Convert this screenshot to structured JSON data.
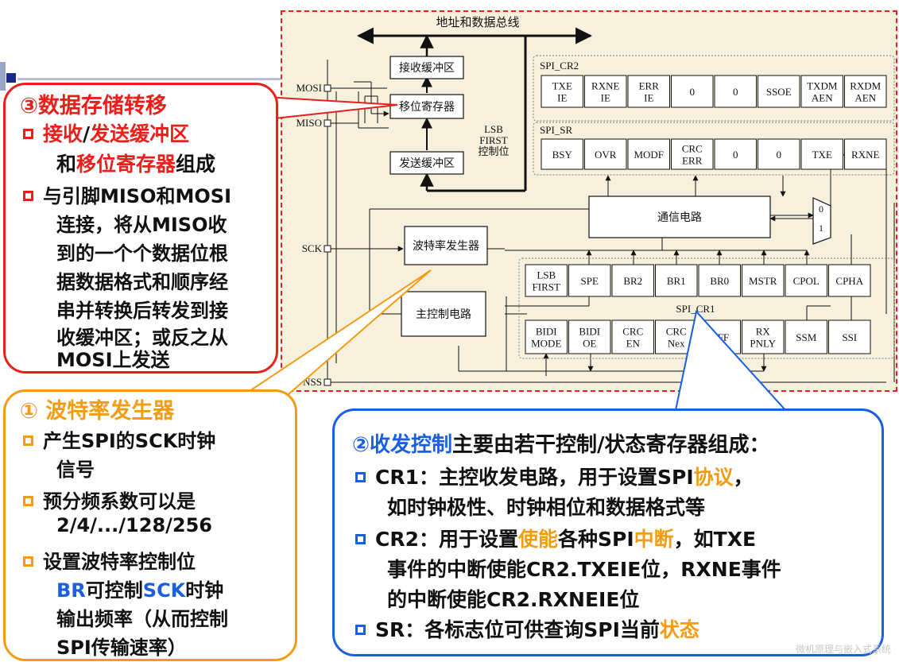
{
  "diagram": {
    "bus_label": "地址和数据总线",
    "rx_buffer": "接收缓冲区",
    "shift_register": "移位寄存器",
    "tx_buffer": "发送缓冲区",
    "lsb_first_note": [
      "LSB",
      "FIRST",
      "控制位"
    ],
    "pins": {
      "mosi": "MOSI",
      "miso": "MISO",
      "sck": "SCK",
      "nss": "NSS"
    },
    "baud_gen": "波特率发生器",
    "master_ctrl": "主控制电路",
    "comm_circuit": "通信电路",
    "mux": [
      "0",
      "1"
    ],
    "cr2": {
      "name": "SPI_CR2",
      "cells": [
        [
          "TXE",
          "IE"
        ],
        [
          "RXNE",
          "IE"
        ],
        [
          "ERR",
          "IE"
        ],
        [
          "0"
        ],
        [
          "0"
        ],
        [
          "SSOE"
        ],
        [
          "TXDM",
          "AEN"
        ],
        [
          "RXDM",
          "AEN"
        ]
      ]
    },
    "sr": {
      "name": "SPI_SR",
      "cells": [
        [
          "BSY"
        ],
        [
          "OVR"
        ],
        [
          "MODF"
        ],
        [
          "CRC",
          "ERR"
        ],
        [
          "0"
        ],
        [
          "0"
        ],
        [
          "TXE"
        ],
        [
          "RXNE"
        ]
      ]
    },
    "cr1": {
      "name": "SPI_CR1",
      "row1": [
        [
          "LSB",
          "FIRST"
        ],
        [
          "SPE"
        ],
        [
          "BR2"
        ],
        [
          "BR1"
        ],
        [
          "BR0"
        ],
        [
          "MSTR"
        ],
        [
          "CPOL"
        ],
        [
          "CPHA"
        ]
      ],
      "row2": [
        [
          "BIDI",
          "MODE"
        ],
        [
          "BIDI",
          "OE"
        ],
        [
          "CRC",
          "EN"
        ],
        [
          "CRC",
          "Nex"
        ],
        [
          "DFF"
        ],
        [
          "RX",
          "PNLY"
        ],
        [
          "SSM"
        ],
        [
          "SSI"
        ]
      ]
    }
  },
  "callout3": {
    "title": "③数据存储转移",
    "b1_l1_a": "接收",
    "b1_l1_b": "/",
    "b1_l1_c": "发送缓冲区",
    "b1_l2_a": "和",
    "b1_l2_b": "移位寄存器",
    "b1_l2_c": "组成",
    "b2_lines": [
      "与引脚MISO和MOSI",
      "连接，将从MISO收",
      "到的一个个数据位根",
      "据数据格式和顺序经",
      "串并转换后转发到接",
      "收缓冲区；或反之从",
      "MOSI上发送"
    ]
  },
  "callout1": {
    "title": "① 波特率发生器",
    "b1_lines": [
      "产生SPI的SCK时钟",
      "信号"
    ],
    "b2_lines": [
      "预分频系数可以是",
      "2/4/.../128/256"
    ],
    "b3_l1": "设置波特率控制位",
    "b3_l2_a": "BR",
    "b3_l2_b": "可控制",
    "b3_l2_c": "SCK",
    "b3_l2_d": "时钟",
    "b3_l3": "输出频率（从而控制",
    "b3_l4": "SPI传输速率）"
  },
  "callout2": {
    "title_a": "②收发控制",
    "title_b": "主要由若干控制/状态寄存器组成：",
    "b1_l1_a": "CR1：主控收发电路，用于设置SPI",
    "b1_l1_b": "协议",
    "b1_l1_c": "，",
    "b1_l2": "如时钟极性、时钟相位和数据格式等",
    "b2_l1_a": "CR2：用于设置",
    "b2_l1_b": "使能",
    "b2_l1_c": "各种SPI",
    "b2_l1_d": "中断",
    "b2_l1_e": "，如TXE",
    "b2_l2": "事件的中断使能CR2.TXEIE位，RXNE事件",
    "b2_l3": "的中断使能CR2.RXNEIE位",
    "b3_a": "SR：各标志位可供查询SPI当前",
    "b3_b": "状态"
  },
  "watermark": "微机原理与嵌入式系统",
  "colors": {
    "red": "#e8201c",
    "orange": "#f39c12",
    "blue": "#1a5fe0",
    "panel": "#f7f0dc"
  }
}
